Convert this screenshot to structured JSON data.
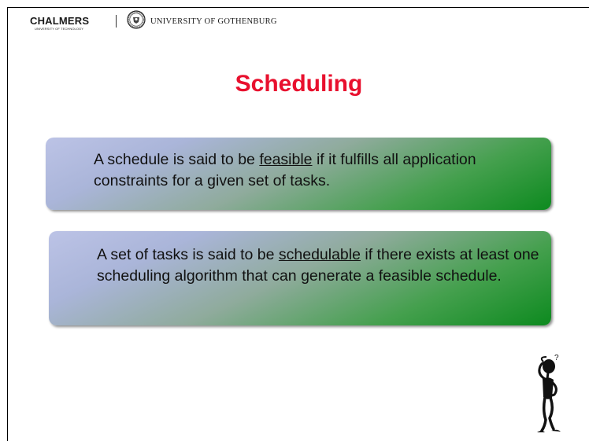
{
  "header": {
    "chalmers_logo_text": "CHALMERS",
    "chalmers_logo_subtext": "UNIVERSITY OF TECHNOLOGY",
    "gothenburg_name": "UNIVERSITY OF GOTHENBURG"
  },
  "slide": {
    "title": "Scheduling",
    "title_color": "#e8102e",
    "definitions": [
      {
        "before": "A schedule is said to be ",
        "term": "feasible",
        "after": " if it fulfills all application constraints for a given set of tasks."
      },
      {
        "before": "A set of tasks is said to be ",
        "term": "schedulable",
        "after": " if there exists at least one scheduling algorithm that can generate a feasible schedule."
      }
    ],
    "box_gradient_colors": [
      "#bcc3e6",
      "#0d8a1f"
    ],
    "thinker_question_mark": "?"
  }
}
